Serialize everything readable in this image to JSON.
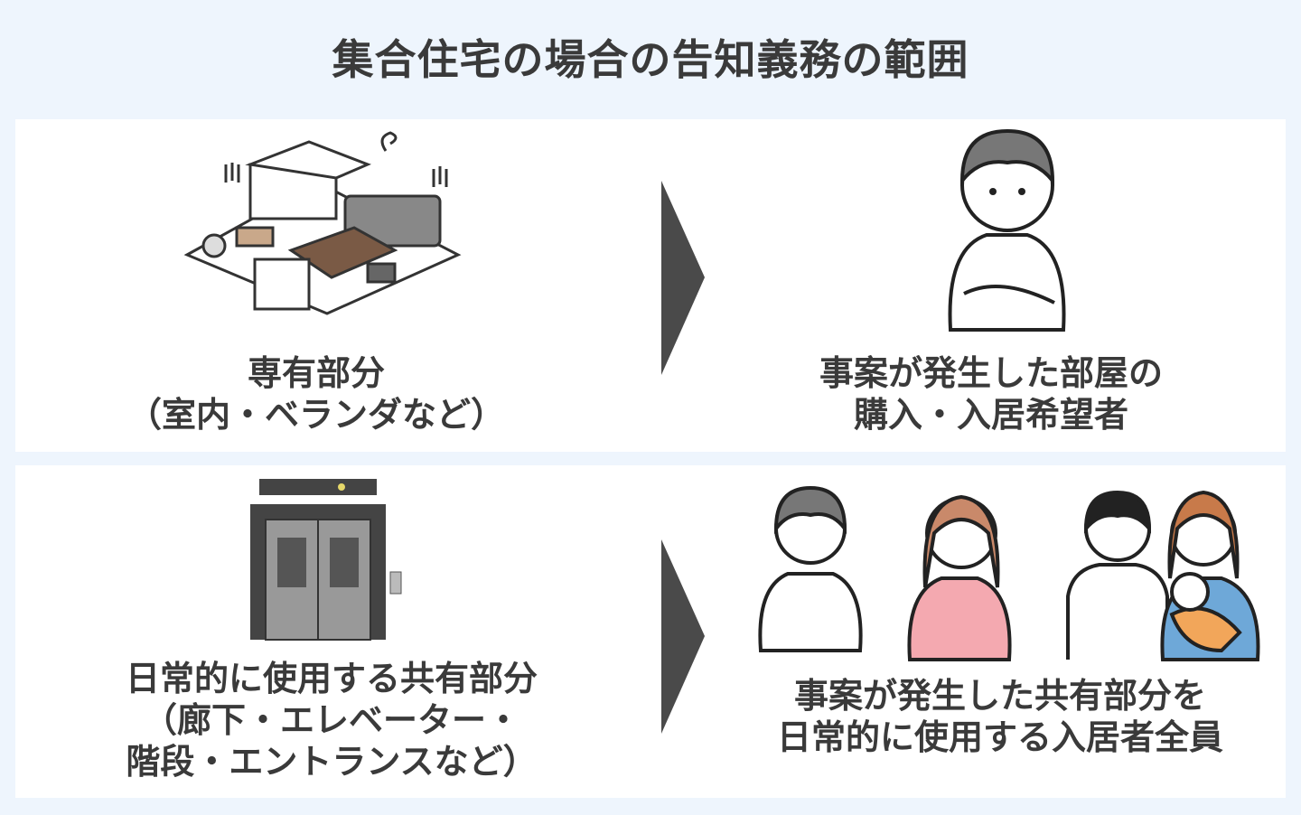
{
  "title": "集合住宅の場合の告知義務の範囲",
  "rows": [
    {
      "scope": {
        "lines": [
          "専有部分",
          "（室内・ベランダなど）"
        ],
        "icon": "apartment-room-illustration"
      },
      "target": {
        "lines": [
          "事案が発生した部屋の",
          "購入・入居希望者"
        ],
        "icon": "person-arms-crossed-illustration"
      }
    },
    {
      "scope": {
        "lines": [
          "日常的に使用する共有部分",
          "（廊下・エレベーター・",
          "階段・エントランスなど）"
        ],
        "icon": "elevator-illustration"
      },
      "target": {
        "lines": [
          "事案が発生した共有部分を",
          "日常的に使用する入居者全員"
        ],
        "icon": "residents-group-illustration"
      }
    }
  ],
  "colors": {
    "background": "#eef5fd",
    "panel": "#ffffff",
    "arrow": "#4a4a4a",
    "text": "#3a3a3a",
    "pink": "#f4a9b0",
    "orange": "#f2a65a",
    "blue": "#6ea8d8"
  }
}
